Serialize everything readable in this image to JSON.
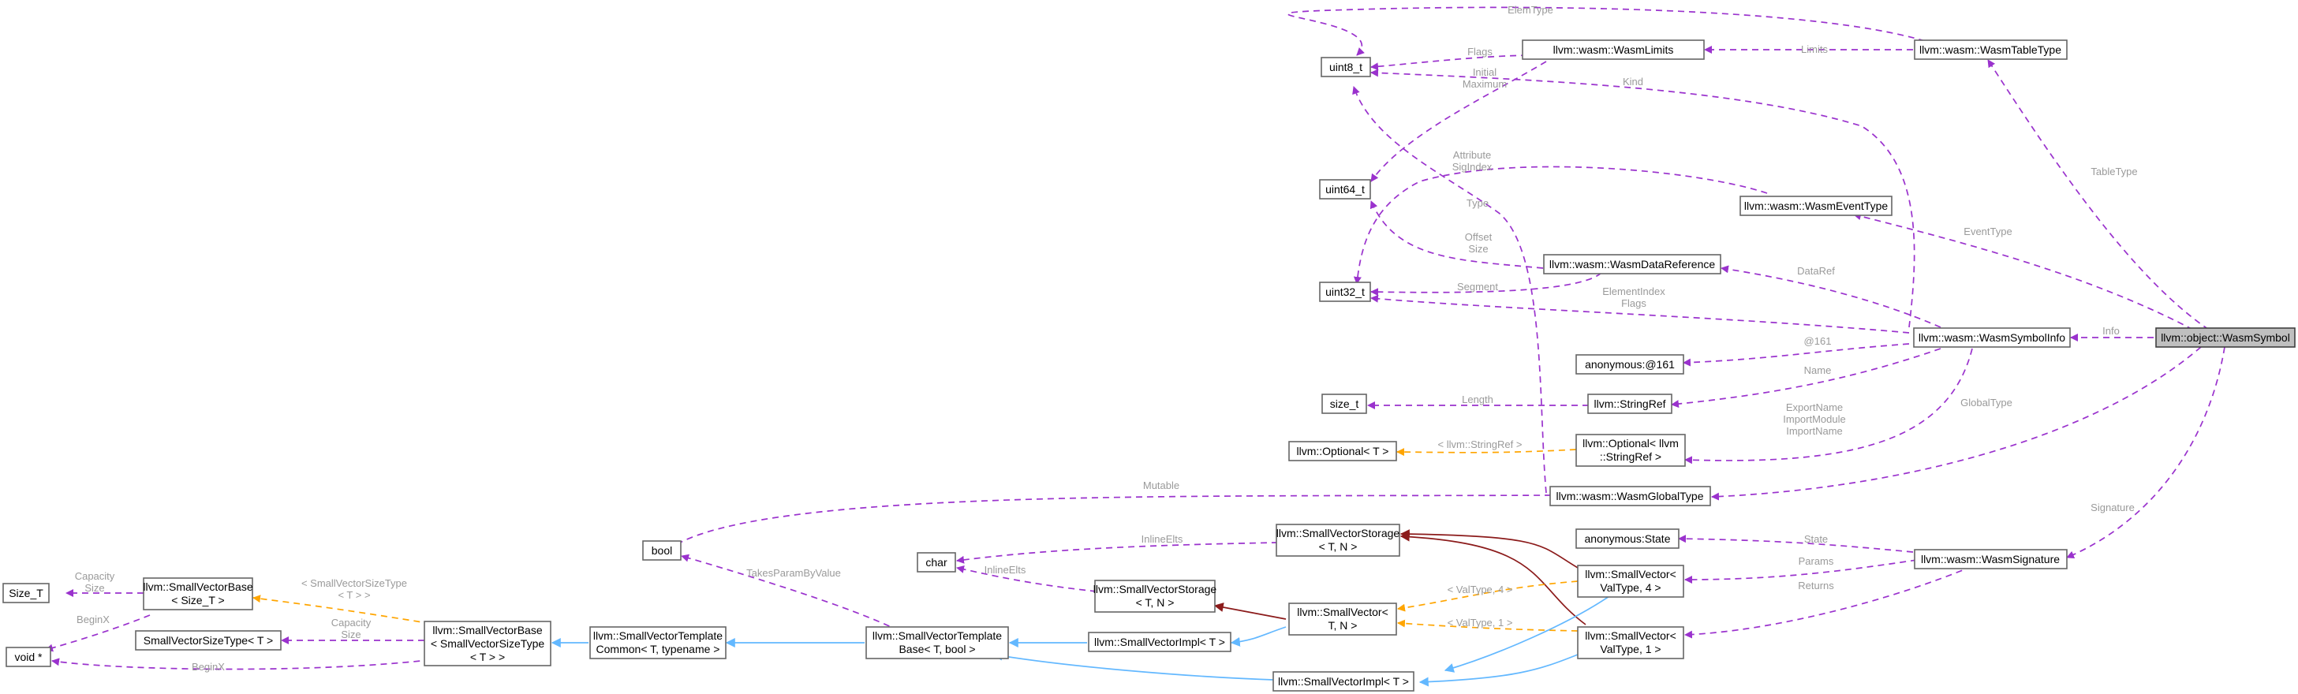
{
  "colors": {
    "usage": "#9a32cd",
    "template": "#ffa500",
    "inherit": "#63b8ff",
    "composition": "#8b1a1a"
  },
  "nodes": {
    "uint8": "uint8_t",
    "wasmLimits": "llvm::wasm::WasmLimits",
    "wasmTableType": "llvm::wasm::WasmTableType",
    "uint64": "uint64_t",
    "wasmEventType": "llvm::wasm::WasmEventType",
    "uint32": "uint32_t",
    "wasmDataReference": "llvm::wasm::WasmDataReference",
    "wasmSymbolInfo": "llvm::wasm::WasmSymbolInfo",
    "wasmSymbol": "llvm::object::WasmSymbol",
    "anon161": "anonymous:@161",
    "sizeT": "size_t",
    "stringRef": "llvm::StringRef",
    "optionalT": "llvm::Optional< T >",
    "optionalStringRef": [
      "llvm::Optional< llvm",
      "::StringRef >"
    ],
    "wasmGlobalType": "llvm::wasm::WasmGlobalType",
    "boolT": "bool",
    "anonState": "anonymous:State",
    "wasmSignature": "llvm::wasm::WasmSignature",
    "charT": "char",
    "svStorageTN": [
      "llvm::SmallVectorStorage",
      "< T, N >"
    ],
    "svStorageTN2": [
      "llvm::SmallVectorStorage",
      "< T, N >"
    ],
    "svValType4": [
      "llvm::SmallVector<",
      "ValType, 4 >"
    ],
    "svTN": [
      "llvm::SmallVector<",
      "T, N >"
    ],
    "svValType1": [
      "llvm::SmallVector<",
      "ValType, 1 >"
    ],
    "svImplT": "llvm::SmallVectorImpl< T >",
    "svImplT2": "llvm::SmallVectorImpl< T >",
    "svTemplateBase": [
      "llvm::SmallVectorTemplate",
      "Base< T, bool >"
    ],
    "svTemplateCommon": [
      "llvm::SmallVectorTemplate",
      "Common< T, typename >"
    ],
    "svBaseSizeType": [
      "llvm::SmallVectorBase",
      "< SmallVectorSizeType",
      "< T > >"
    ],
    "svBaseSizeT": [
      "llvm::SmallVectorBase",
      "< Size_T >"
    ],
    "sizeTT": "Size_T",
    "voidPtr": "void *",
    "svSizeType": "SmallVectorSizeType< T >"
  },
  "labels": {
    "elemType": "ElemType",
    "limits": "Limits",
    "flagsLimits": "Flags",
    "initialMaximum": [
      "Initial",
      "Maximum"
    ],
    "kind": "Kind",
    "attributeSigIndex": [
      "Attribute",
      "SigIndex"
    ],
    "type": "Type",
    "offsetSize": [
      "Offset",
      "Size"
    ],
    "segment": "Segment",
    "elementIndexFlags": [
      "ElementIndex",
      "Flags"
    ],
    "tableType": "TableType",
    "eventType": "EventType",
    "dataRef": "DataRef",
    "info": "Info",
    "at161": "@161",
    "name": "Name",
    "length": "Length",
    "optionalStringRefArg": "< llvm::StringRef >",
    "importNames": [
      "ExportName",
      "ImportModule",
      "ImportName"
    ],
    "globalType": "GlobalType",
    "mutable": "Mutable",
    "signature": "Signature",
    "state": "State",
    "params": "Params",
    "returns": "Returns",
    "inlineElts1": "InlineElts",
    "inlineElts2": "InlineElts",
    "valType4": "< ValType, 4 >",
    "valType1": "< ValType, 1 >",
    "takesParamByValue": "TakesParamByValue",
    "smallVectorSizeTypeArg": [
      "< SmallVectorSizeType",
      "< T > >"
    ],
    "capacitySize1": [
      "Capacity",
      "Size"
    ],
    "capacitySize2": [
      "Capacity",
      "Size"
    ],
    "beginX1": "BeginX",
    "beginX2": "BeginX"
  }
}
